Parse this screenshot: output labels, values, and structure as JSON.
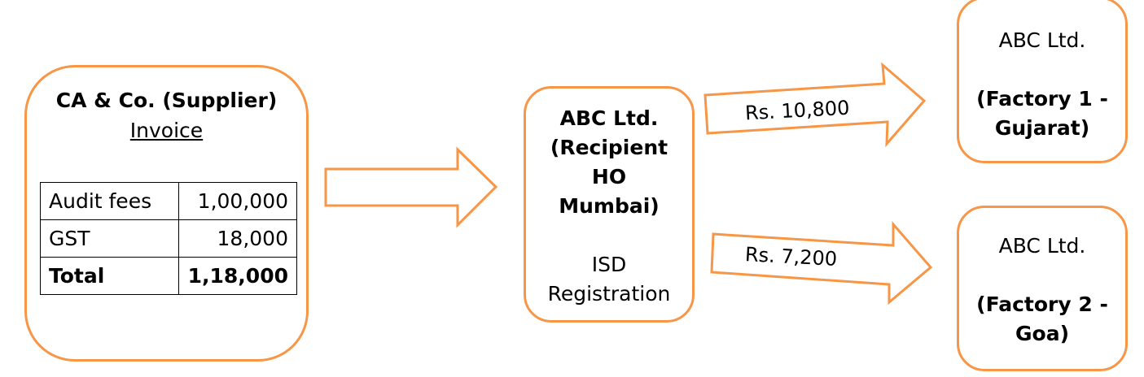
{
  "colors": {
    "accent": "#f79646"
  },
  "supplier": {
    "title": "CA & Co. (Supplier)",
    "subtitle": "Invoice",
    "rows": [
      {
        "label": "Audit fees",
        "value": "1,00,000"
      },
      {
        "label": "GST",
        "value": "18,000"
      },
      {
        "label": "Total",
        "value": "1,18,000"
      }
    ]
  },
  "recipient": {
    "line1": "ABC Ltd.",
    "line2": "(Recipient",
    "line3": "HO",
    "line4": "Mumbai)",
    "line5": "ISD",
    "line6": "Registration"
  },
  "factory1": {
    "name": "ABC Ltd.",
    "line1": "(Factory 1 -",
    "line2": "Gujarat)"
  },
  "factory2": {
    "name": "ABC Ltd.",
    "line1": "(Factory 2 -",
    "line2": "Goa)"
  },
  "arrows": {
    "to_factory1": "Rs. 10,800",
    "to_factory2": "Rs. 7,200"
  }
}
